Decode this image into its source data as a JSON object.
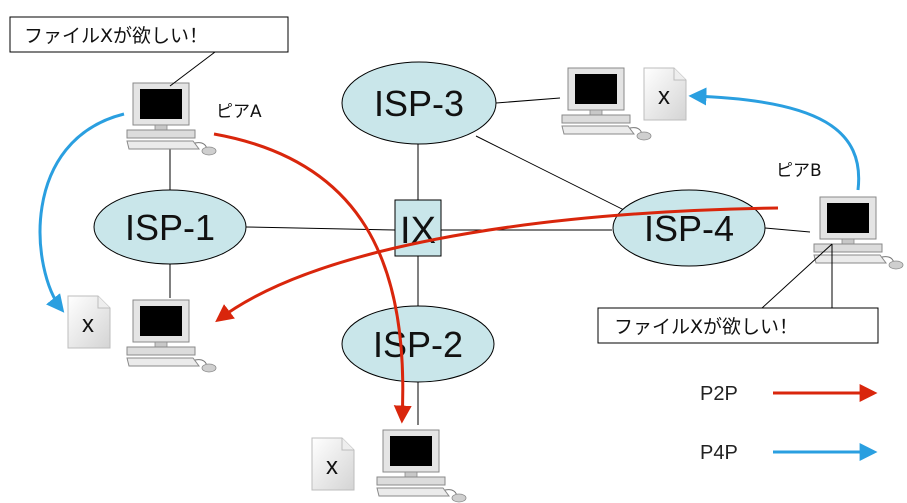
{
  "isps": {
    "isp1": "ISP-1",
    "isp2": "ISP-2",
    "isp3": "ISP-3",
    "isp4": "ISP-4"
  },
  "ix": "IX",
  "peers": {
    "a": "ピアA",
    "b": "ピアB"
  },
  "callouts": {
    "a": "ファイルXが欲しい！",
    "b": "ファイルXが欲しい！"
  },
  "files": {
    "top_right": "x",
    "left": "x",
    "bottom": "x"
  },
  "legend": {
    "p2p": {
      "label": "P2P",
      "color": "#d9260c"
    },
    "p4p": {
      "label": "P4P",
      "color": "#2a9fe0"
    }
  },
  "colors": {
    "isp_fill": "#c9e6ea",
    "ix_fill": "#c9e6ea"
  }
}
